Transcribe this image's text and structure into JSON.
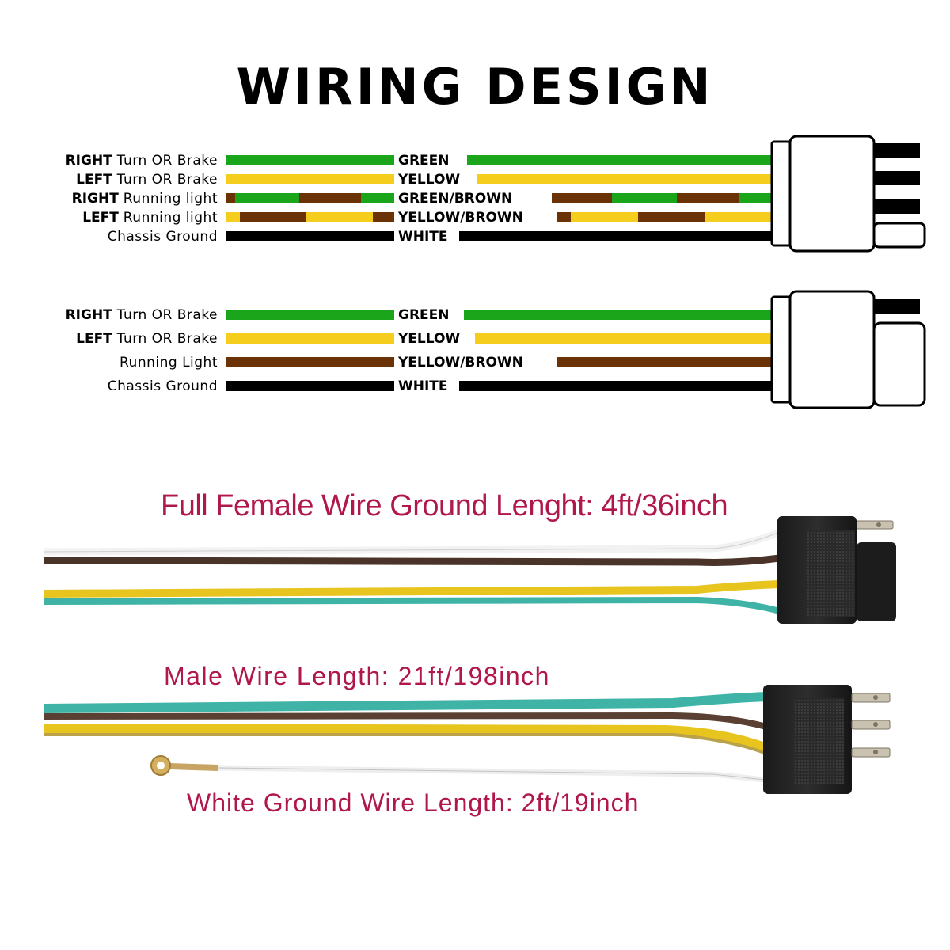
{
  "title": "WIRING DESIGN",
  "diagram_4way": {
    "rows": [
      {
        "label_bold": "RIGHT",
        "label_rest": " Turn OR Brake",
        "wire": "GREEN"
      },
      {
        "label_bold": "LEFT",
        "label_rest": " Turn OR Brake",
        "wire": "YELLOW"
      },
      {
        "label_bold": "RIGHT",
        "label_rest": " Running light",
        "wire": "GREEN/BROWN"
      },
      {
        "label_bold": "LEFT",
        "label_rest": " Running light",
        "wire": "YELLOW/BROWN"
      },
      {
        "label_bold": "",
        "label_rest": "Chassis Ground",
        "wire": "WHITE"
      }
    ]
  },
  "diagram_3way": {
    "rows": [
      {
        "label_bold": "RIGHT",
        "label_rest": " Turn OR Brake",
        "wire": "GREEN"
      },
      {
        "label_bold": "LEFT",
        "label_rest": " Turn OR Brake",
        "wire": "YELLOW"
      },
      {
        "label_bold": "",
        "label_rest": "Running Light",
        "wire": "YELLOW/BROWN"
      },
      {
        "label_bold": "",
        "label_rest": "Chassis Ground",
        "wire": "WHITE"
      }
    ]
  },
  "captions": {
    "female": "Full Female Wire Ground Lenght: 4ft/36inch",
    "male": "Male Wire Length: 21ft/198inch",
    "ground": "White Ground Wire Length: 2ft/19inch"
  },
  "colors": {
    "green": "#1aa51a",
    "yellow": "#f5cd1c",
    "brown": "#6b3305",
    "black": "#000000",
    "caption": "#b0174a",
    "teal": "#3fb3a6",
    "cable_brown": "#4a3328",
    "cable_yellow": "#e8c41e"
  }
}
